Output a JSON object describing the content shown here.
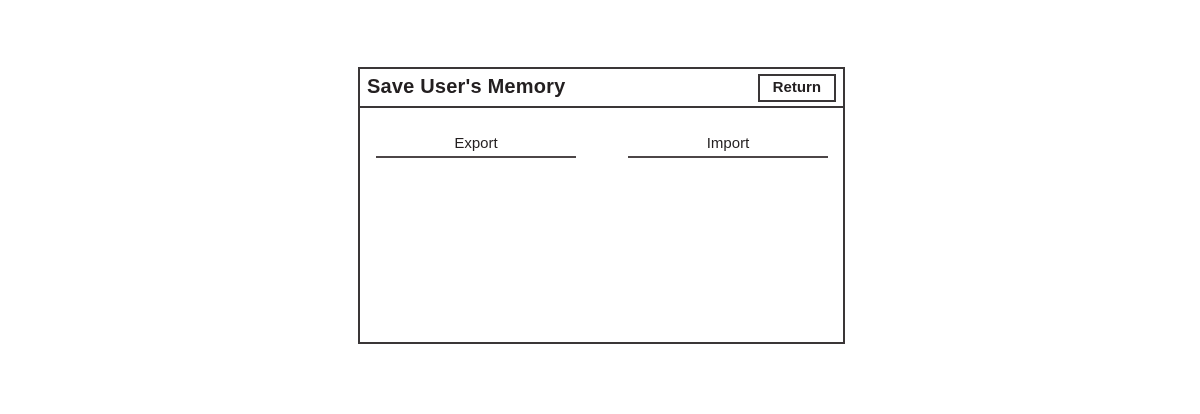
{
  "dialog": {
    "title": "Save User's Memory",
    "return_button_label": "Return",
    "actions": [
      {
        "label": "Export"
      },
      {
        "label": "Import"
      }
    ]
  },
  "colors": {
    "background": "#ffffff",
    "border": "#3a3637",
    "text": "#231f20",
    "underline": "#4c4647"
  }
}
